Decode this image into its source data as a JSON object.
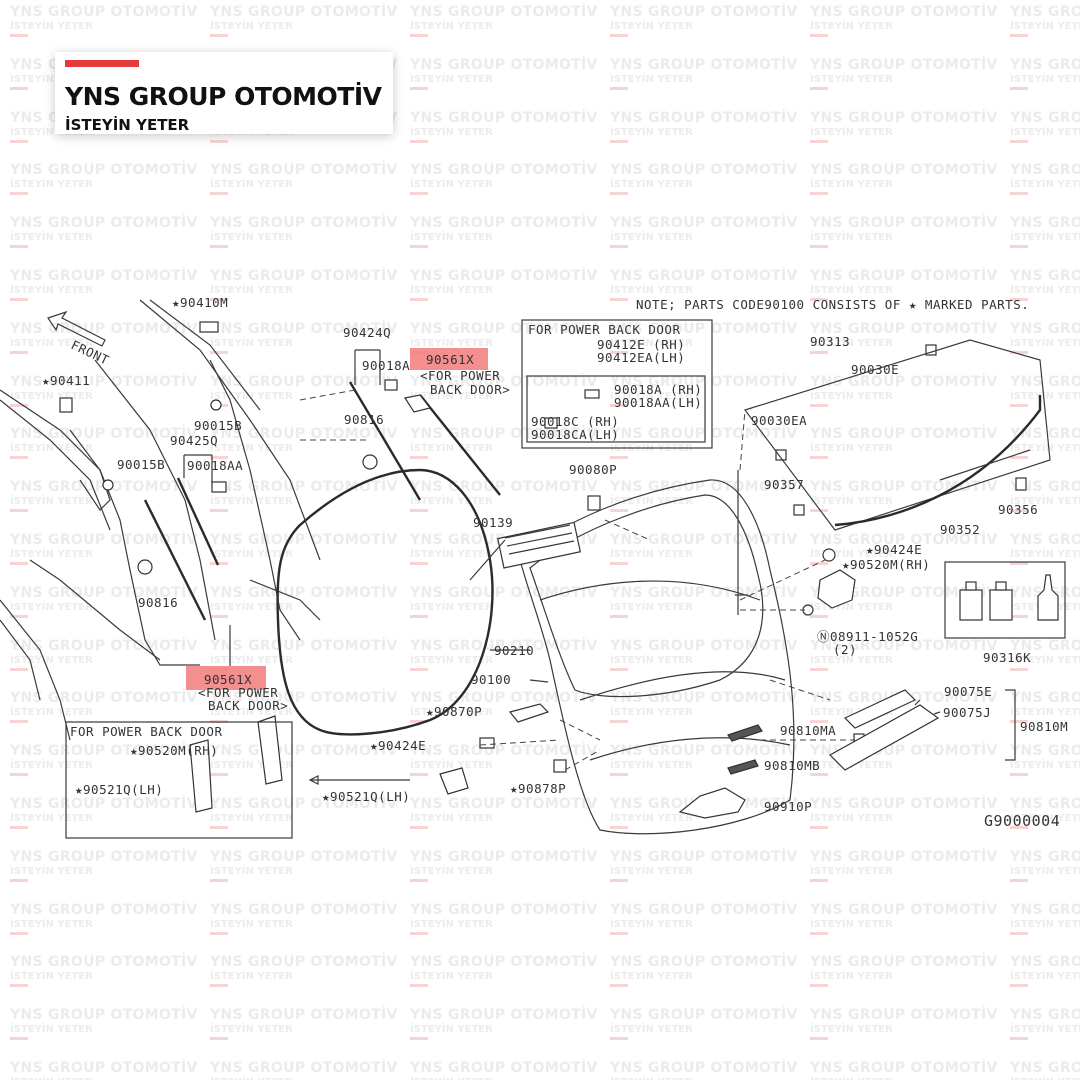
{
  "brand": {
    "name": "YNS GROUP OTOMOTİV",
    "slogan": "İSTEYİN YETER",
    "accent_color": "#e53b3b"
  },
  "watermark": {
    "line1": "YNS GROUP OTOMOTİV",
    "line2": "İSTEYİN YETER"
  },
  "diagram": {
    "note": "NOTE; PARTS CODE90100 CONSISTS OF ★ MARKED PARTS.",
    "figure_code": "G9000004",
    "front_label": "FRONT",
    "highlight_color": "#f27b7b",
    "box_power_top": {
      "title": "FOR POWER BACK DOOR",
      "l1": "90412E (RH)",
      "l2": "90412EA(LH)",
      "l3": "90018A (RH)",
      "l4": "90018AA(LH)",
      "l5": "90018C (RH)",
      "l6": "90018CA(LH)"
    },
    "box_power_bottom": {
      "title": "FOR POWER BACK DOOR",
      "l1": "★90520M(RH)",
      "l2": "★90521Q(LH)"
    },
    "labels": {
      "p90410M": "★90410M",
      "p90411": "★90411",
      "p90424Q": "90424Q",
      "p90018A": "90018A",
      "p90561X_top": "90561X",
      "p90561X_top_sub1": "<FOR POWER",
      "p90561X_top_sub2": "BACK DOOR>",
      "p90015B_a": "90015B",
      "p90015B_b": "90015B",
      "p90425Q": "90425Q",
      "p90018AA": "90018AA",
      "p90816_a": "90816",
      "p90816_b": "90816",
      "p90561X_bottom": "90561X",
      "p90561X_bottom_sub1": "<FOR POWER",
      "p90561X_bottom_sub2": "BACK DOOR>",
      "p90313": "90313",
      "p90030E": "90030E",
      "p90030EA": "90030EA",
      "p90357": "90357",
      "p90352": "90352",
      "p90356": "90356",
      "p90080P": "90080P",
      "p90139": "90139",
      "p90424E_a": "★90424E",
      "p90520M": "★90520M(RH)",
      "p08911": "Ⓝ08911-1052G",
      "p08911_qty": "(2)",
      "p90316K": "90316K",
      "p90210": "90210",
      "p90100": "90100",
      "p90870P": "★90870P",
      "p90424E_b": "★90424E",
      "p90878P": "★90878P",
      "p90521Q": "★90521Q(LH)",
      "p90075E": "90075E",
      "p90075J": "90075J",
      "p90810M": "90810M",
      "p90810MA": "90810MA",
      "p90810MB": "90810MB",
      "p90910P": "90910P"
    }
  }
}
